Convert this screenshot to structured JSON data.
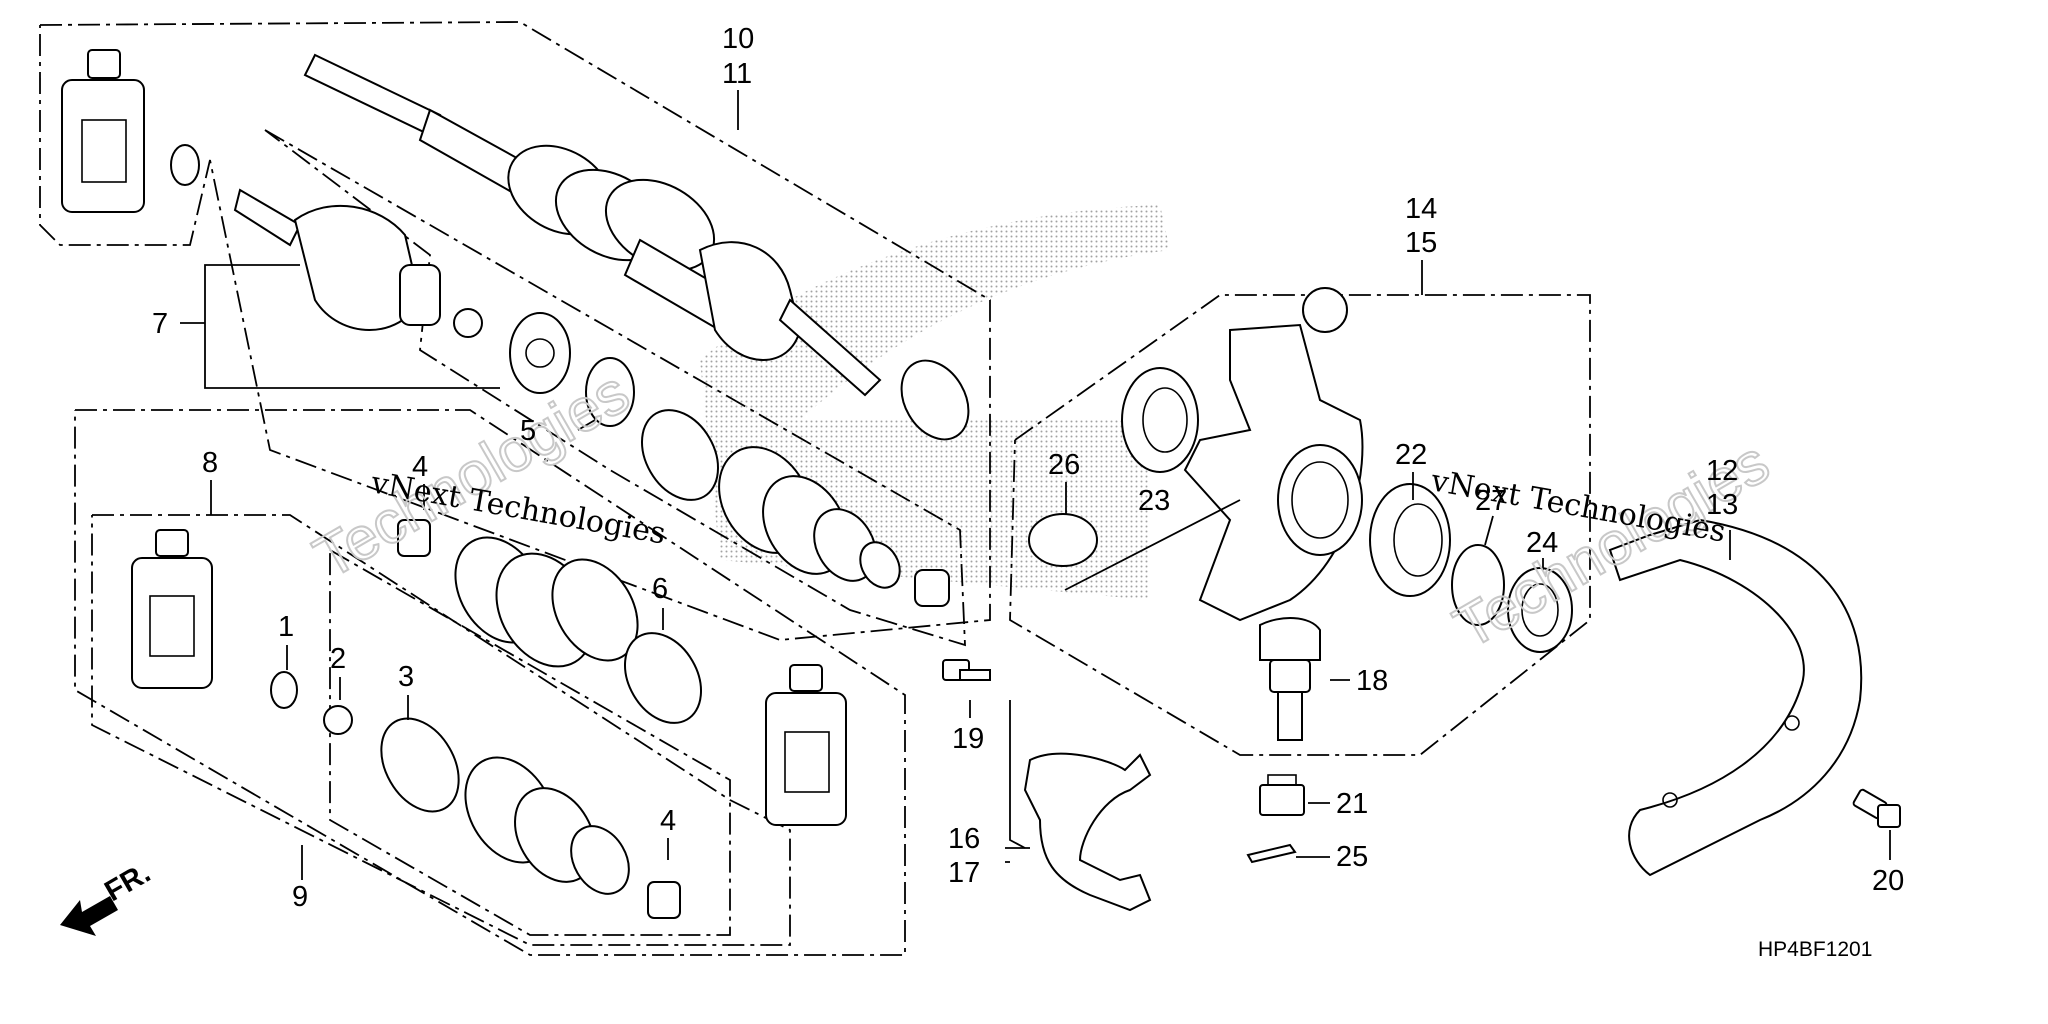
{
  "callouts": [
    {
      "id": "c10",
      "text": "10"
    },
    {
      "id": "c11",
      "text": "11"
    },
    {
      "id": "c14",
      "text": "14"
    },
    {
      "id": "c15",
      "text": "15"
    },
    {
      "id": "c7",
      "text": "7"
    },
    {
      "id": "c5",
      "text": "5"
    },
    {
      "id": "c8",
      "text": "8"
    },
    {
      "id": "c4a",
      "text": "4"
    },
    {
      "id": "c26",
      "text": "26"
    },
    {
      "id": "c23",
      "text": "23"
    },
    {
      "id": "c22",
      "text": "22"
    },
    {
      "id": "c27",
      "text": "27"
    },
    {
      "id": "c24",
      "text": "24"
    },
    {
      "id": "c12",
      "text": "12"
    },
    {
      "id": "c13",
      "text": "13"
    },
    {
      "id": "c6",
      "text": "6"
    },
    {
      "id": "c1",
      "text": "1"
    },
    {
      "id": "c2",
      "text": "2"
    },
    {
      "id": "c3",
      "text": "3"
    },
    {
      "id": "c18",
      "text": "18"
    },
    {
      "id": "c19",
      "text": "19"
    },
    {
      "id": "c21",
      "text": "21"
    },
    {
      "id": "c16",
      "text": "16"
    },
    {
      "id": "c17",
      "text": "17"
    },
    {
      "id": "c25",
      "text": "25"
    },
    {
      "id": "c20",
      "text": "20"
    },
    {
      "id": "c4b",
      "text": "4"
    },
    {
      "id": "c9",
      "text": "9"
    }
  ],
  "watermark": {
    "text_left": "vNext Technologies",
    "text_right": "vNext Technologies"
  },
  "direction": {
    "label": "FR."
  },
  "diagram_code": "HP4BF1201"
}
